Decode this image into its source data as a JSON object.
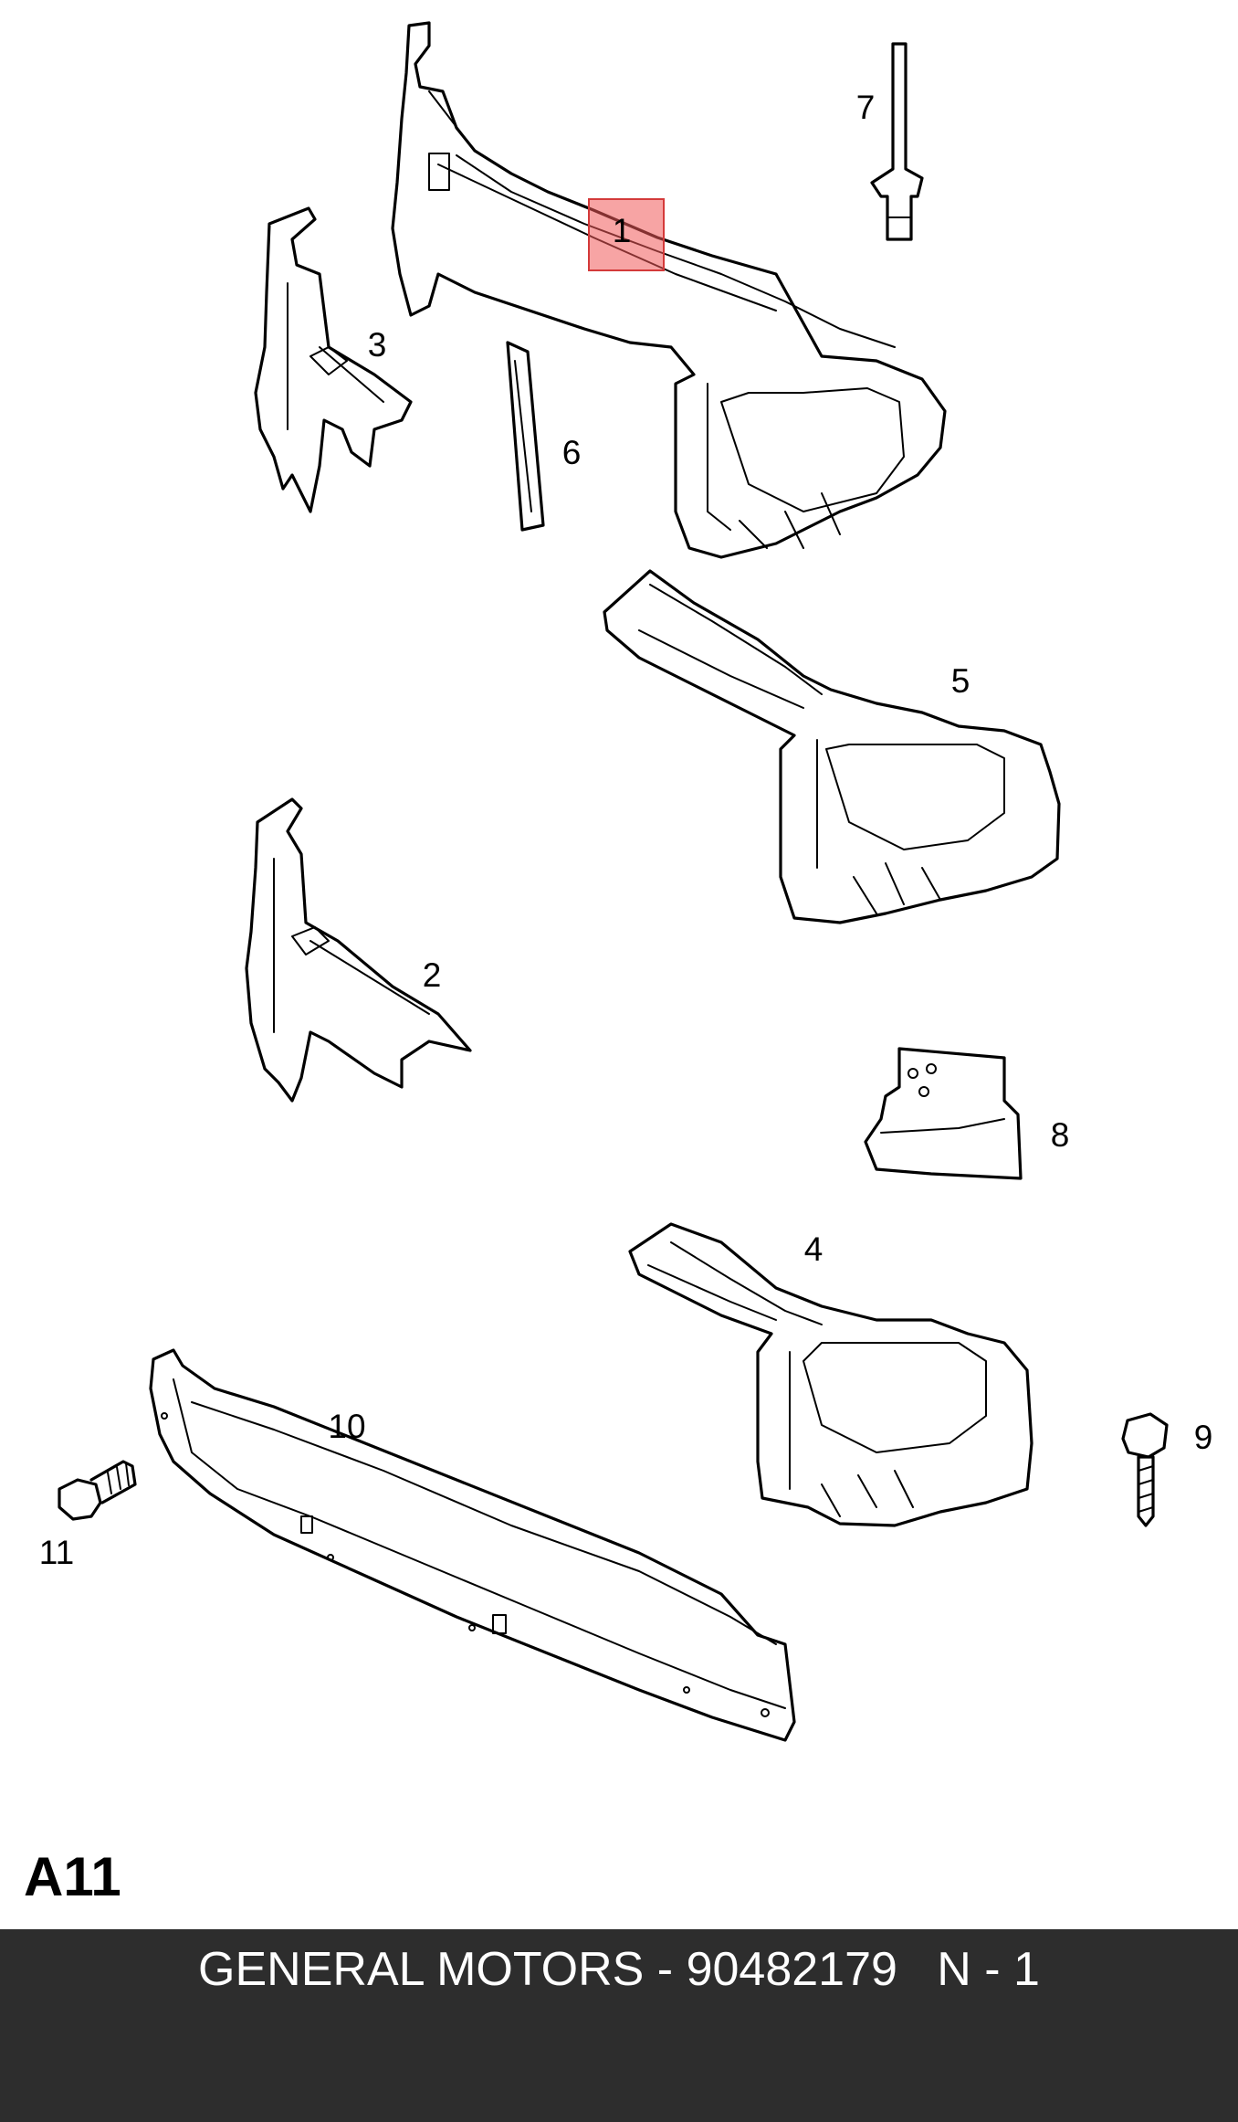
{
  "callouts": {
    "p1": "1",
    "p2": "2",
    "p3": "3",
    "p4": "4",
    "p5": "5",
    "p6": "6",
    "p7": "7",
    "p8": "8",
    "p9": "9",
    "p10": "10",
    "p11": "11"
  },
  "section_label": "A11",
  "footer": {
    "manufacturer": "GENERAL MOTORS",
    "separator": " - ",
    "part_number": "90482179",
    "gap": "   ",
    "sequence": "N - 1"
  },
  "colors": {
    "highlight": "#f05a5a",
    "footer_background": "#2d2d2d",
    "footer_text": "#ffffff"
  }
}
